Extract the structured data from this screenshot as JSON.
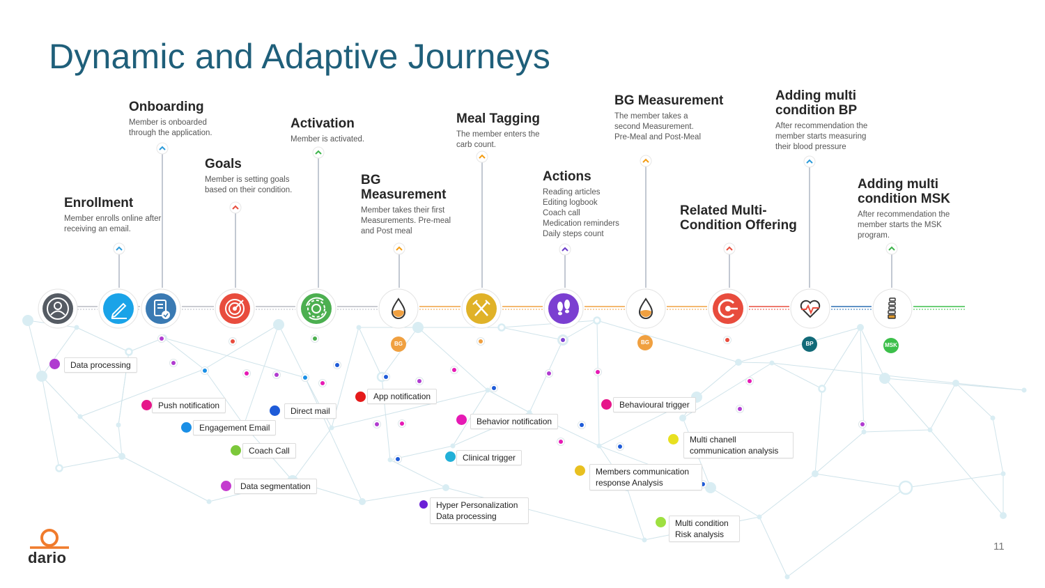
{
  "slide": {
    "title": "Dynamic and Adaptive Journeys",
    "page_number": "11",
    "logo_text": "dario"
  },
  "colors": {
    "title": "#1f5f7a",
    "network_line": "#cfe3ea",
    "network_node": "#d9edf3",
    "timeline_gray": "#b9bcc4",
    "timeline_orange": "#f0a040",
    "timeline_red": "#e84c3d",
    "timeline_blue": "#2a6fb3",
    "timeline_green": "#3cbf4a",
    "chevron_blue": "#2b9ad8",
    "chevron_green": "#3cb34a",
    "chevron_red": "#e74c3c",
    "chevron_orange": "#f39c12",
    "chevron_purple": "#6a3bc9"
  },
  "stages": [
    {
      "id": "enrollment",
      "title": "Enrollment",
      "description": "Member enrolls online after receiving an email.",
      "icon": "user-icon",
      "icon_color": "#555b63"
    },
    {
      "id": "onboarding",
      "title": "Onboarding",
      "description": "Member is onboarded through the application.",
      "icon": "pen-icon",
      "icon_color": "#1aa3e8"
    },
    {
      "id": "onboarding-doc",
      "title": "",
      "description": "",
      "icon": "document-check-icon",
      "icon_color": "#3a7ab3"
    },
    {
      "id": "goals",
      "title": "Goals",
      "description": "Member is setting goals based on their condition.",
      "icon": "target-icon",
      "icon_color": "#e84c3d"
    },
    {
      "id": "activation",
      "title": "Activation",
      "description": "Member is activated.",
      "icon": "gear-refresh-icon",
      "icon_color": "#4caf50"
    },
    {
      "id": "bg-first",
      "title": "BG Measurement",
      "description": "Member takes their first Measurements. Pre-meal and Post meal",
      "icon": "blood-drop-icon",
      "icon_color": "#f0a040",
      "tag": "BG"
    },
    {
      "id": "meal-tagging",
      "title": "Meal Tagging",
      "description": "The member enters the carb count.",
      "icon": "utensils-icon",
      "icon_color": "#e0b228"
    },
    {
      "id": "actions",
      "title": "Actions",
      "description": "Reading articles\nEditing logbook\nCoach call\nMedication reminders\nDaily steps count",
      "icon": "footprints-icon",
      "icon_color": "#7b3fd1"
    },
    {
      "id": "bg-second",
      "title": "BG Measurement",
      "description": "The member takes a second Measurement. Pre-Meal and Post-Meal",
      "icon": "blood-drop-icon",
      "icon_color": "#f0a040",
      "tag": "BG"
    },
    {
      "id": "related-offering",
      "title": "Related Multi-Condition Offering",
      "description": "",
      "icon": "target-arrow-icon",
      "icon_color": "#e84c3d"
    },
    {
      "id": "multi-bp",
      "title": "Adding multi condition BP",
      "description": "After recommendation the member starts measuring their blood pressure",
      "icon": "heart-pulse-icon",
      "icon_color": "#e84c3d",
      "tag": "BP"
    },
    {
      "id": "multi-msk",
      "title": "Adding multi condition MSK",
      "description": "After recommendation the member starts the MSK program.",
      "icon": "spine-icon",
      "icon_color": "#e09a2c",
      "tag": "MSK"
    }
  ],
  "tags": {
    "bg": "BG",
    "bp": "BP",
    "msk": "MSK"
  },
  "capabilities": [
    {
      "label": "Data processing",
      "color": "#b03bd0"
    },
    {
      "label": "Push notification",
      "color": "#e6168a"
    },
    {
      "label": "Engagement Email",
      "color": "#1a8fe6"
    },
    {
      "label": "Coach Call",
      "color": "#7cc83a"
    },
    {
      "label": "Data segmentation",
      "color": "#c43bcf"
    },
    {
      "label": "Direct mail",
      "color": "#1e5bd8"
    },
    {
      "label": "App notification",
      "color": "#e51a1a"
    },
    {
      "label": "Behavior notification",
      "color": "#e61ab4"
    },
    {
      "label": "Clinical trigger",
      "color": "#22b0d8"
    },
    {
      "label": "Hyper Personalization Data processing",
      "color": "#6a1fd6"
    },
    {
      "label": "Behavioural trigger",
      "color": "#e6168a"
    },
    {
      "label": "Multi chanell communication analysis",
      "color": "#e8e020"
    },
    {
      "label": "Members communication response Analysis",
      "color": "#e8c020"
    },
    {
      "label": "Multi condition Risk analysis",
      "color": "#9ee040"
    }
  ]
}
